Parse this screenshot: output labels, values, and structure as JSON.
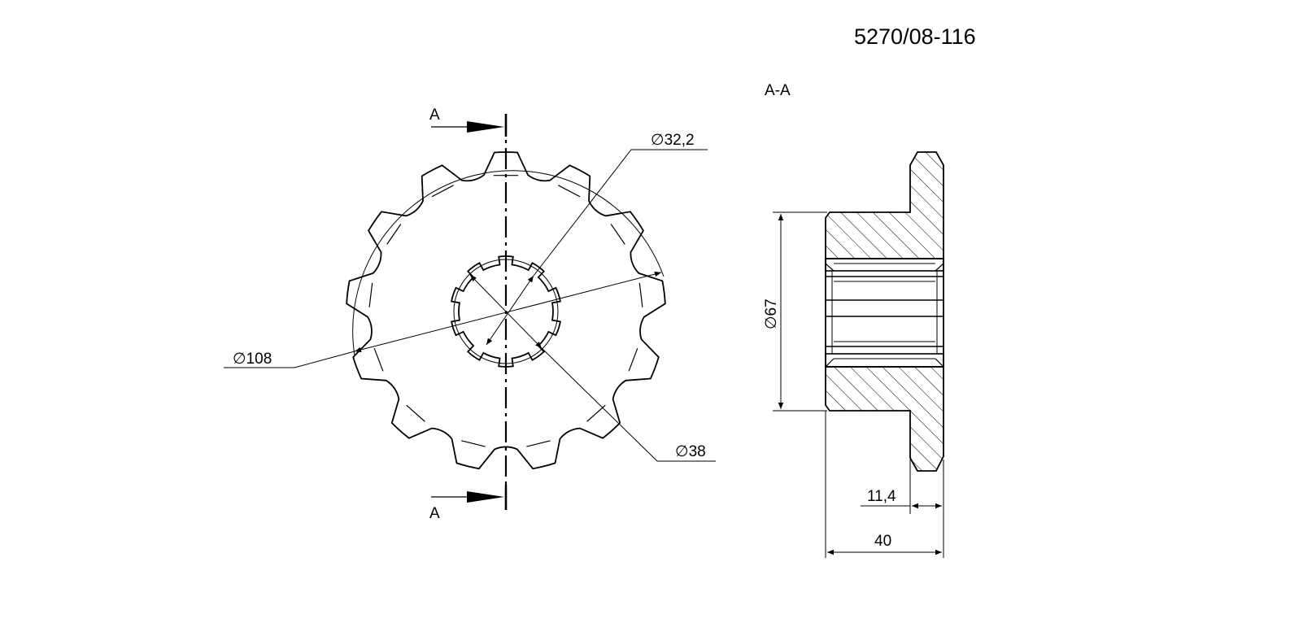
{
  "drawing_number": "5270/08-116",
  "section_title": "A-A",
  "section_markers": {
    "top": "A",
    "bottom": "A"
  },
  "front_view": {
    "teeth": 13,
    "hub_splines": 10,
    "dims": {
      "outer": {
        "symbol": "∅",
        "value": "108"
      },
      "spline_outer": {
        "symbol": "∅",
        "value": "38"
      },
      "spline_inner": {
        "symbol": "∅",
        "value": "32,2"
      }
    }
  },
  "side_view": {
    "dims": {
      "hub_diameter": {
        "symbol": "∅",
        "value": "67"
      },
      "plate_width": {
        "value": "11,4"
      },
      "total_length": {
        "value": "40"
      }
    }
  },
  "colors": {
    "line": "#000000",
    "background": "#ffffff"
  }
}
